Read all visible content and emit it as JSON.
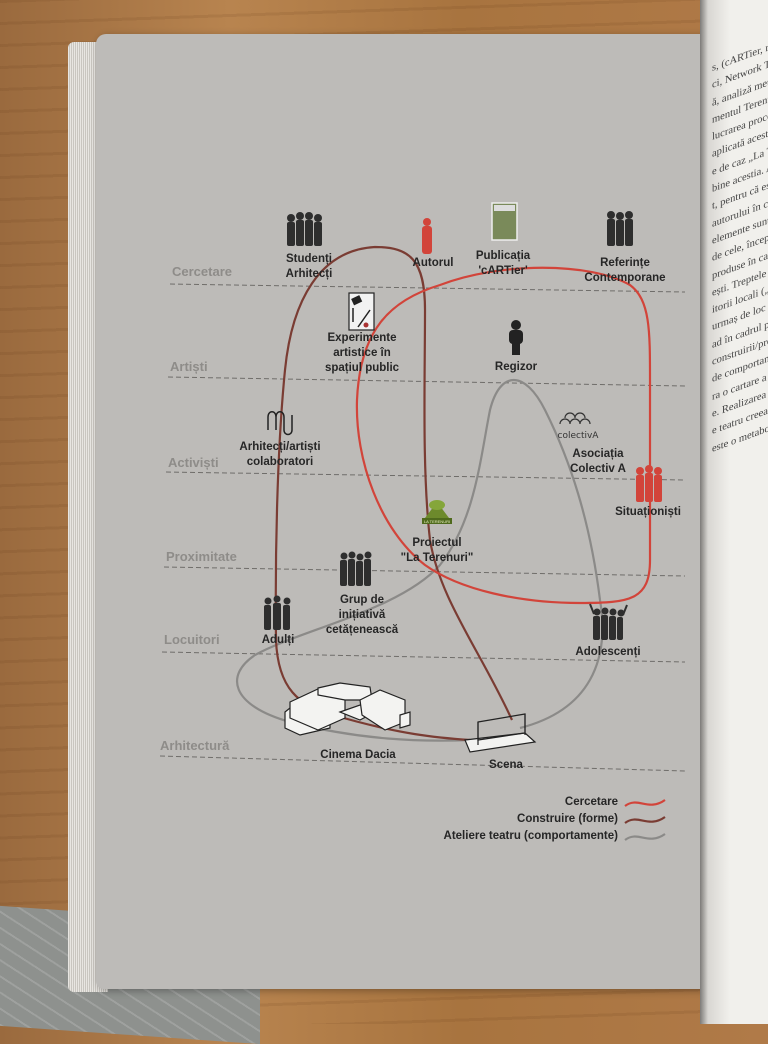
{
  "levels": [
    "Cercetare",
    "Artiști",
    "Activiști",
    "Proximitate",
    "Locuitori",
    "Arhitectură"
  ],
  "nodes": {
    "studenti": [
      "Studenți",
      "Arhitecți"
    ],
    "autorul": [
      "Autorul"
    ],
    "publicatia": [
      "Publicația",
      "'cARTier'"
    ],
    "referinte": [
      "Referințe",
      "Contemporane"
    ],
    "experimente": [
      "Experimente",
      "artistice în",
      "spațiul public"
    ],
    "regizor": [
      "Regizor"
    ],
    "arhitecti": [
      "Arhitecți/artiști",
      "colaboratori"
    ],
    "asociatia": [
      "Asociația",
      "Colectiv A"
    ],
    "situationisti": [
      "Situaționiști"
    ],
    "proiectul": [
      "Proiectul",
      "\"La Terenuri\""
    ],
    "grup": [
      "Grup de",
      "inițiativă",
      "cetățenească"
    ],
    "adulti": [
      "Adulți"
    ],
    "adolescenti": [
      "Adolescenți"
    ],
    "cinema": [
      "Cinema Dacia"
    ],
    "scena": [
      "Scena"
    ]
  },
  "logos": {
    "colectiva": "colectivA",
    "la_terenuri": "LA TERENURI"
  },
  "legend": [
    {
      "label": "Cercetare",
      "color": "#d2443a"
    },
    {
      "label": "Construire (forme)",
      "color": "#7a3c33"
    },
    {
      "label": "Ateliere teatru (comportamente)",
      "color": "#8b8a88"
    }
  ],
  "facing_page_lines": [
    "s, (cARTier, reprezentând",
    "ci, Network Theory",
    "ă, analiză metodă a",
    "mentul Terenuri și",
    "lucrarea procesului",
    "aplicată acestei lucrări",
    "e de caz „La Terenuri”",
    "bine acestia. Am ales",
    "t, pentru că este o",
    "autorului în cercetare",
    "elemente sunt considerate",
    "de cele, începând de",
    "produse în cadrul proiectului",
    "ești. Treptele intermediare",
    "itorii locali („Locuitori”",
    "urmaș de loc („Artiștii”",
    "ad în cadrul proiectului",
    "construirii/producerii",
    "de comportamente.",
    "ra o cartare a tuturor",
    "e. Realizarea de forme",
    "e teatru creează un",
    "este o metabolizare"
  ]
}
